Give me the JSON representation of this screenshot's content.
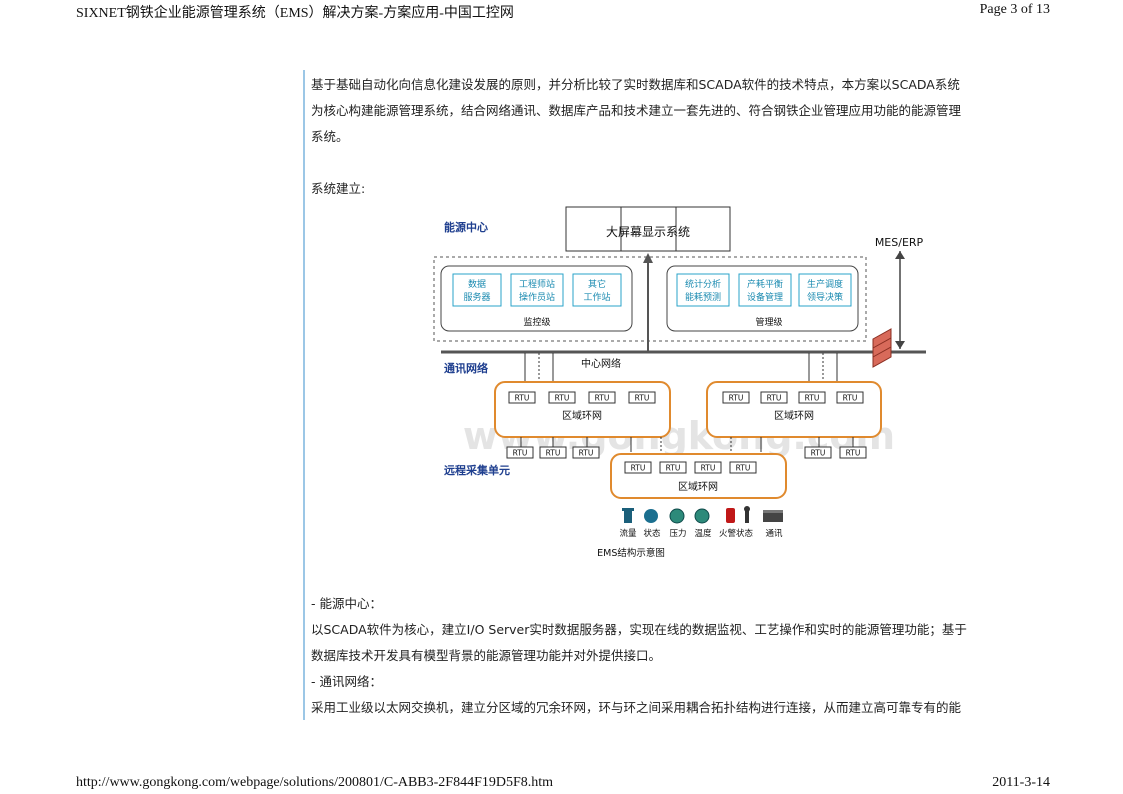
{
  "header": {
    "title": "SIXNET钢铁企业能源管理系统（EMS）解决方案-方案应用-中国工控网",
    "page": "Page 3 of 13"
  },
  "footer": {
    "url": "http://www.gongkong.com/webpage/solutions/200801/C-ABB3-2F844F19D5F8.htm",
    "date": "2011-3-14"
  },
  "body": {
    "intro_line1": "基于基础自动化向信息化建设发展的原则，并分析比较了实时数据库和SCADA软件的技术特点，本方案以SCADA系统",
    "intro_line2": "为核心构建能源管理系统，结合网络通讯、数据库产品和技术建立一套先进的、符合钢铁企业管理应用功能的能源管理",
    "intro_line3": "系统。",
    "system_build": "系统建立:",
    "energy_center_heading": "- 能源中心：",
    "energy_center_line1": "以SCADA软件为核心，建立I/O Server实时数据服务器，实现在线的数据监视、工艺操作和实时的能源管理功能；基于",
    "energy_center_line2": "数据库技术开发具有模型背景的能源管理功能并对外提供接口。",
    "network_heading": "- 通讯网络：",
    "network_line1": "采用工业级以太网交换机，建立分区域的冗余环网，环与环之间采用耦合拓扑结构进行连接，从而建立高可靠专有的能"
  },
  "diagram": {
    "energy_center_label": "能源中心",
    "big_screen": "大屏幕显示系统",
    "mes_erp": "MES/ERP",
    "monitor_items": [
      [
        "数据",
        "服务器"
      ],
      [
        "工程师站",
        "操作员站"
      ],
      [
        "其它",
        "工作站"
      ]
    ],
    "monitor_level": "监控级",
    "manage_items": [
      [
        "统计分析",
        "能耗预测"
      ],
      [
        "产耗平衡",
        "设备管理"
      ],
      [
        "生产调度",
        "领导决策"
      ]
    ],
    "manage_level": "管理级",
    "comm_network_label": "通讯网络",
    "center_network": "中心网络",
    "rtu": "RTU",
    "ring_network": "区域环网",
    "remote_unit_label": "远程采集单元",
    "devices": [
      "流量",
      "状态",
      "压力",
      "温度",
      "火警状态",
      "通讯"
    ],
    "caption": "EMS结构示意图",
    "watermark": "www.gongkong.com"
  }
}
